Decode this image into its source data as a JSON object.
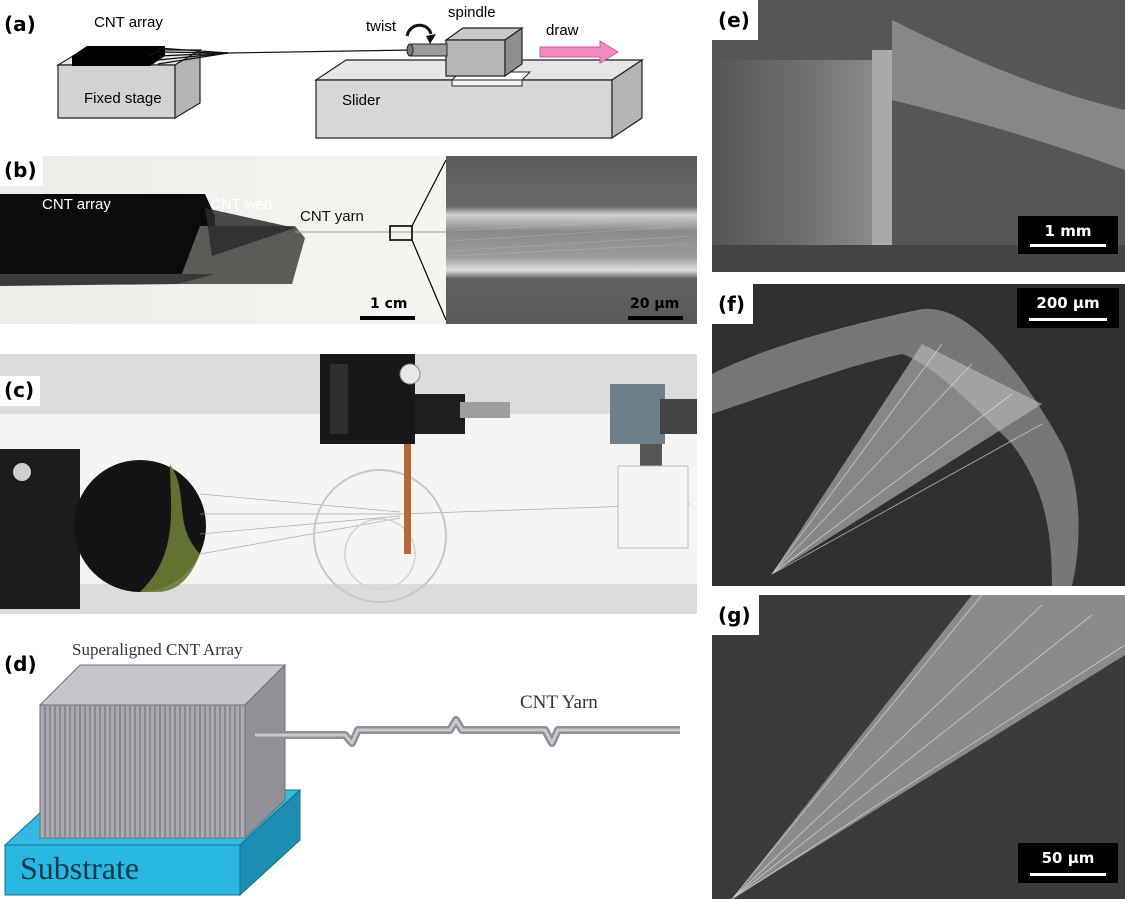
{
  "panels": {
    "a": {
      "label": "(a)",
      "cnt_array": "CNT array",
      "fixed_stage": "Fixed stage",
      "twist": "twist",
      "spindle": "spindle",
      "draw": "draw",
      "slider": "Slider"
    },
    "b": {
      "label": "(b)",
      "cnt_array": "CNT array",
      "cnt_web": "CNT web",
      "cnt_yarn": "CNT yarn",
      "scale_left": "1 cm",
      "scale_right": "20 μm"
    },
    "c": {
      "label": "(c)"
    },
    "d": {
      "label": "(d)",
      "array_title": "Superaligned CNT Array",
      "yarn": "CNT Yarn",
      "substrate": "Substrate"
    },
    "e": {
      "label": "(e)",
      "scale": "1 mm"
    },
    "f": {
      "label": "(f)",
      "scale": "200 μm"
    },
    "g": {
      "label": "(g)",
      "scale": "50 μm"
    }
  },
  "colors": {
    "arrow_pink": "#f28cc0",
    "substrate_blue": "#29b6e0",
    "cnt_gray": "#a9abb0"
  }
}
